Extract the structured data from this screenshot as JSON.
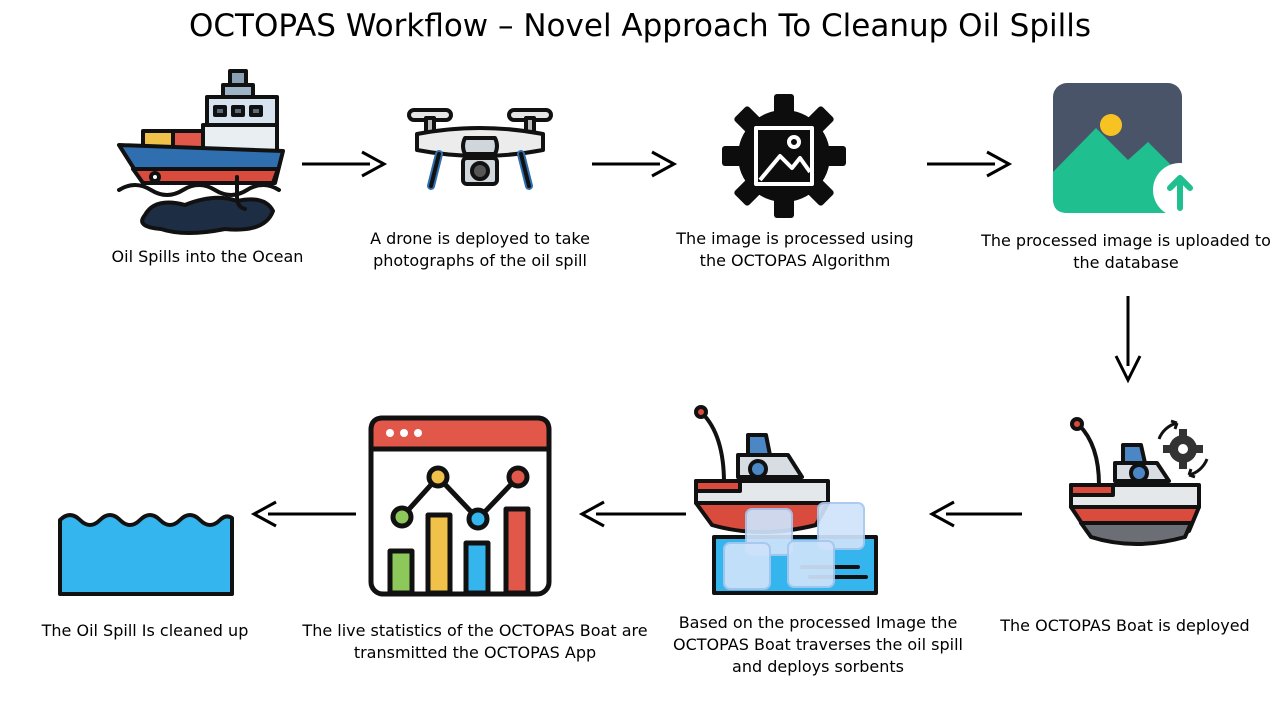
{
  "title": "OCTOPAS Workflow – Novel Approach To Cleanup Oil Spills",
  "steps": [
    {
      "icon": "cargo-ship-oil-spill-icon",
      "caption": "Oil Spills into the Ocean"
    },
    {
      "icon": "drone-icon",
      "caption": "A drone is deployed to take photographs of the oil spill"
    },
    {
      "icon": "image-processing-gear-icon",
      "caption": "The image is processed using the OCTOPAS Algorithm"
    },
    {
      "icon": "image-upload-icon",
      "caption": "The processed image is uploaded to the database"
    },
    {
      "icon": "boat-with-gear-icon",
      "caption": "The OCTOPAS Boat is deployed"
    },
    {
      "icon": "boat-with-sorbents-icon",
      "caption": "Based on the processed Image the OCTOPAS Boat traverses the oil spill and deploys sorbents"
    },
    {
      "icon": "statistics-dashboard-icon",
      "caption": "The live statistics of the OCTOPAS Boat are transmitted the OCTOPAS App"
    },
    {
      "icon": "clean-water-icon",
      "caption": "The Oil Spill Is cleaned up"
    }
  ],
  "colors": {
    "outline": "#111111",
    "water_blue": "#35b5ee",
    "hull_red": "#d94b3d",
    "upload_dark": "#4a5468",
    "upload_green": "#1fbf8f",
    "sun_yellow": "#f7c323"
  }
}
